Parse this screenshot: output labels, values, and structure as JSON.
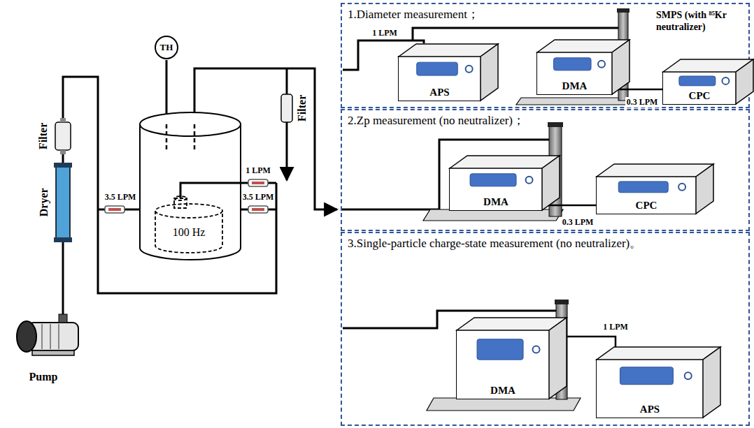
{
  "diagram": {
    "nodes": [
      {
        "text": [
          "TH"
        ]
      },
      {
        "text": [
          "100 Hz"
        ]
      },
      {
        "text": [
          "1.Diameter measurement；",
          "SMPS (with ⁸⁵Kr neutralizer)"
        ]
      },
      {
        "text": [
          "APS"
        ],
        "in": 2
      },
      {
        "text": [
          "DMA"
        ],
        "in": 2
      },
      {
        "text": [
          "CPC"
        ],
        "in": 2
      },
      {
        "text": [
          "2.Zp measurement (no neutralizer)；"
        ]
      },
      {
        "text": [
          "DMA"
        ],
        "in": 6
      },
      {
        "text": [
          "CPC"
        ],
        "in": 6
      },
      {
        "text": [
          "3.Single-particle charge-state measurement (no neutralizer)。"
        ]
      },
      {
        "text": [
          "DMA"
        ],
        "in": 9
      },
      {
        "text": [
          "APS"
        ],
        "in": 9
      }
    ],
    "edges": [
      {
        "from": 4,
        "to": 5,
        "arrow": "none",
        "label": "0.3 LPM"
      },
      {
        "from": 7,
        "to": 8,
        "arrow": "none",
        "label": "0.3 LPM"
      },
      {
        "from": 10,
        "to": 11,
        "arrow": "none",
        "label": "1 LPM"
      }
    ],
    "labels": [
      "1 LPM",
      "1 LPM",
      "3.5 LPM",
      "3.5 LPM",
      "Filter",
      "Dryer",
      "Pump",
      "Filter"
    ]
  }
}
